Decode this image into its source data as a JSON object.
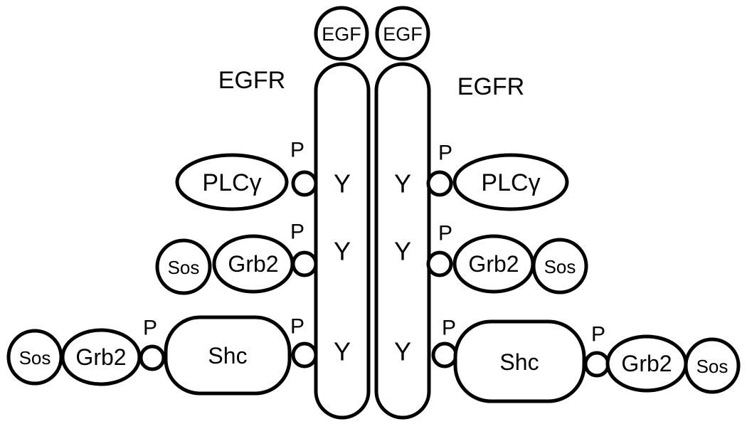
{
  "receptor_label_left": "EGFR",
  "receptor_label_right": "EGFR",
  "ligand_left": "EGF",
  "ligand_right": "EGF",
  "tyrosine": "Y",
  "phospho": "P",
  "plc_left": "PLCγ",
  "plc_right": "PLCγ",
  "grb2": "Grb2",
  "sos": "Sos",
  "shc": "Shc"
}
